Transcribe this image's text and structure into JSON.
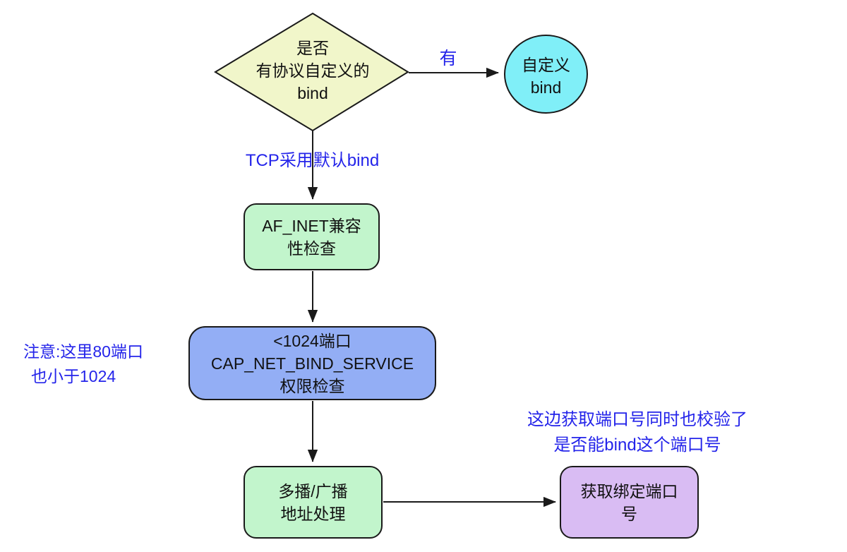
{
  "colors": {
    "background": "#ffffff",
    "stroke": "#1a1a1a",
    "text": "#111111",
    "note_blue": "#2424ea",
    "diamond_fill": "#f1f6ca",
    "circle_fill": "#80eff8",
    "green_fill": "#c2f5cc",
    "blue_fill": "#93aef5",
    "purple_fill": "#d9bcf3"
  },
  "nodes": {
    "decision_custom_bind": {
      "lines": [
        "是否",
        "有协议自定义的",
        "bind"
      ]
    },
    "custom_bind": {
      "lines": [
        "自定义",
        "bind"
      ]
    },
    "af_inet_check": {
      "lines": [
        "AF_INET兼容",
        "性检查"
      ]
    },
    "cap_net_bind": {
      "lines": [
        "<1024端口",
        "CAP_NET_BIND_SERVICE",
        "权限检查"
      ]
    },
    "multicast_broadcast": {
      "lines": [
        "多播/广播",
        "地址处理"
      ]
    },
    "get_bind_port": {
      "lines": [
        "获取绑定端口",
        "号"
      ]
    }
  },
  "edge_labels": {
    "yes": "有",
    "tcp_default": "TCP采用默认bind"
  },
  "annotations": {
    "port80_note": {
      "lines": [
        "注意:这里80端口",
        "也小于1024"
      ]
    },
    "getport_note": {
      "lines": [
        "这边获取端口号同时也校验了",
        "是否能bind这个端口号"
      ]
    }
  }
}
